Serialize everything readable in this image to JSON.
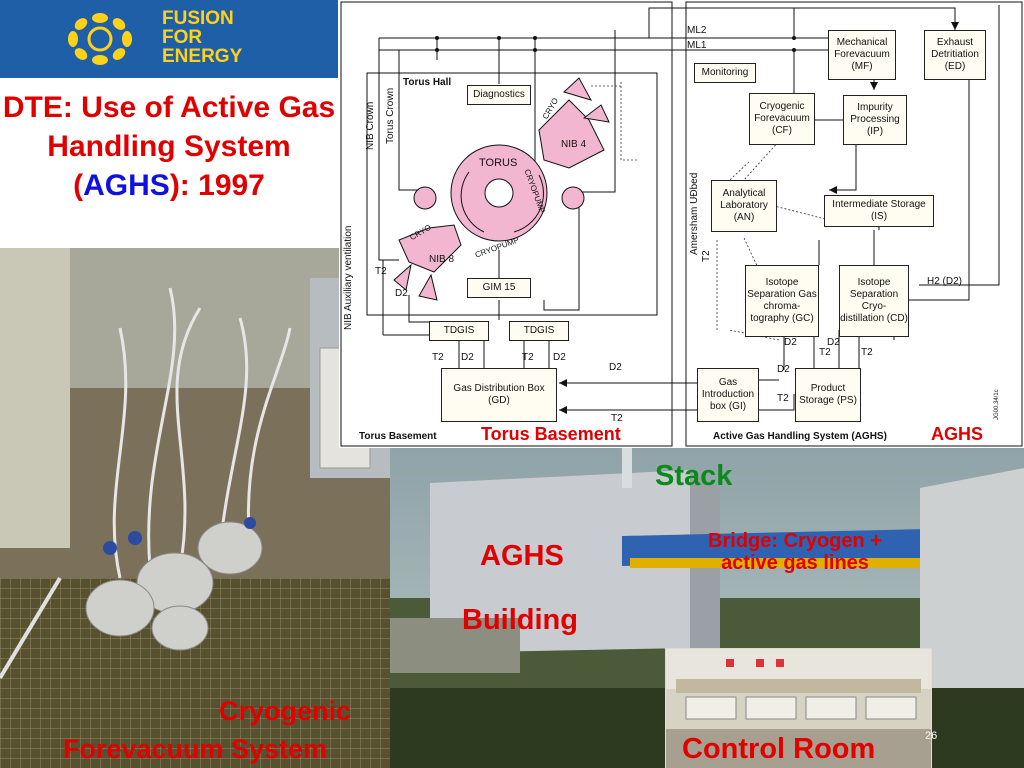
{
  "logo": {
    "line1": "FUSION",
    "line2": "FOR",
    "line3": "ENERGY"
  },
  "title": {
    "part1": "DTE: Use of Active Gas Handling System (",
    "acronym": "AGHS",
    "part2": "): 1997"
  },
  "diagram": {
    "torus_hall": "Torus Hall",
    "torus_basement": "Torus Basement",
    "torus_basement_red": "Torus Basement",
    "aghs_label": "Active Gas Handling System (AGHS)",
    "aghs_red": "AGHS",
    "ml2": "ML2",
    "ml1": "ML1",
    "nib_crown": "NIB Crown",
    "torus_crown": "Torus Crown",
    "nib_aux": "NIB Auxiliary ventilation",
    "amersham": "Amersham UÐbed",
    "torus": "TORUS",
    "cryopump1": "CRYOPUMP",
    "cryopump2": "CRYOPUMP",
    "cryo1": "CRYO",
    "cryo2": "CRYO",
    "nib4": "NIB 4",
    "nib8": "NIB 8",
    "diagnostics": "Diagnostics",
    "gim15": "GIM 15",
    "tdgis1": "TDGIS",
    "tdgis2": "TDGIS",
    "gas_dist": "Gas Distribution Box (GD)",
    "monitoring": "Monitoring",
    "mech_fore": "Mechanical Forevacuum (MF)",
    "exhaust": "Exhaust Detritiation (ED)",
    "cryo_fore": "Cryogenic Forevacuum (CF)",
    "impurity": "Impurity Processing (IP)",
    "analytical": "Analytical Laboratory (AN)",
    "intermediate": "Intermediate Storage (IS)",
    "iso_gc": "Isotope Separation Gas chroma-tography (GC)",
    "iso_cd": "Isotope Separation Cryo-distillation (CD)",
    "gas_intro": "Gas Introduction box (GI)",
    "product": "Product Storage (PS)",
    "t2": "T2",
    "d2": "D2",
    "h2d2": "H2 (D2)",
    "ref": "JG00.34/1c"
  },
  "photo_captions": {
    "cryo_line1": "Cryogenic",
    "cryo_line2": "Forevacuum System",
    "stack": "Stack",
    "bridge_line1": "Bridge: Cryogen +",
    "bridge_line2": "active gas lines",
    "aghs": "AGHS",
    "building": "Building",
    "control_room": "Control Room",
    "page_number": "26"
  },
  "colors": {
    "caption_red": "#e00000",
    "stack_green": "#0a8a1a",
    "acronym_blue": "#1010e0",
    "logo_blue": "#1f5fa8",
    "logo_yellow": "#ffd21a",
    "nib_pink": "#f2b6d0"
  }
}
